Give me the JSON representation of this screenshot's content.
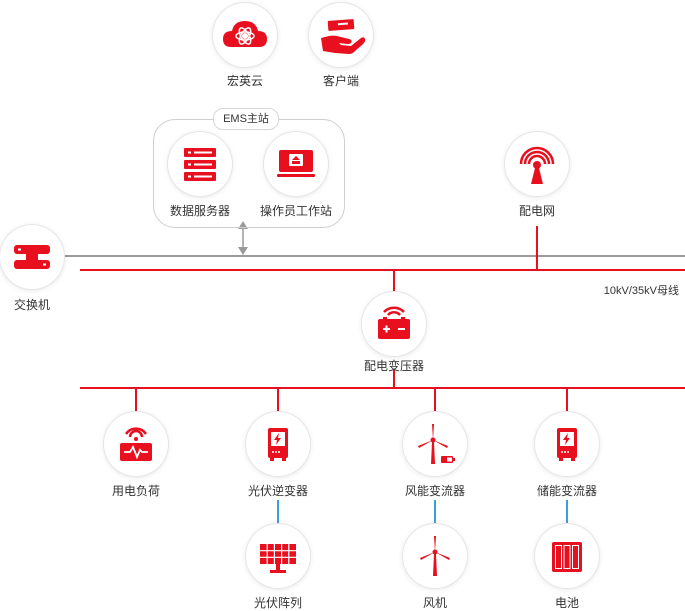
{
  "nodes": {
    "cloud": "宏英云",
    "client": "客户端",
    "ems_group": "EMS主站",
    "data_server": "数据服务器",
    "operator_station": "操作员工作站",
    "grid": "配电网",
    "switch": "交换机",
    "transformer": "配电变压器",
    "load": "用电负荷",
    "pv_inverter": "光伏逆变器",
    "wind_converter": "风能变流器",
    "storage_converter": "储能变流器",
    "pv_array": "光伏阵列",
    "wind_turbine": "风机",
    "battery": "电池"
  },
  "bus_label": "10kV/35kV母线",
  "colors": {
    "accent": "#e8101e",
    "network_line": "#9a9a9a",
    "dc_link": "#3aa0d8",
    "text": "#333333"
  }
}
